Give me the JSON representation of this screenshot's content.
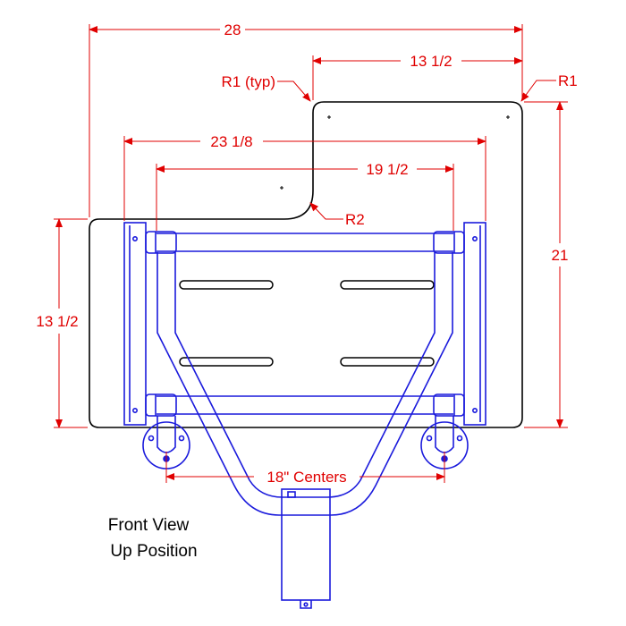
{
  "colors": {
    "outline": "#000000",
    "frame": "#1a1adc",
    "dimension": "#e00000",
    "background": "#ffffff"
  },
  "dimensions": {
    "overall_width": "28",
    "top_width": "13 1/2",
    "inner_width": "23 1/8",
    "frame_width": "19 1/2",
    "overall_height": "21",
    "lower_height": "13 1/2",
    "radius_typical": "R1 (typ)",
    "radius_corner": "R1",
    "radius_notch": "R2",
    "mount_centers": "18\" Centers"
  },
  "caption": {
    "line1": "Front View",
    "line2": "Up Position"
  }
}
